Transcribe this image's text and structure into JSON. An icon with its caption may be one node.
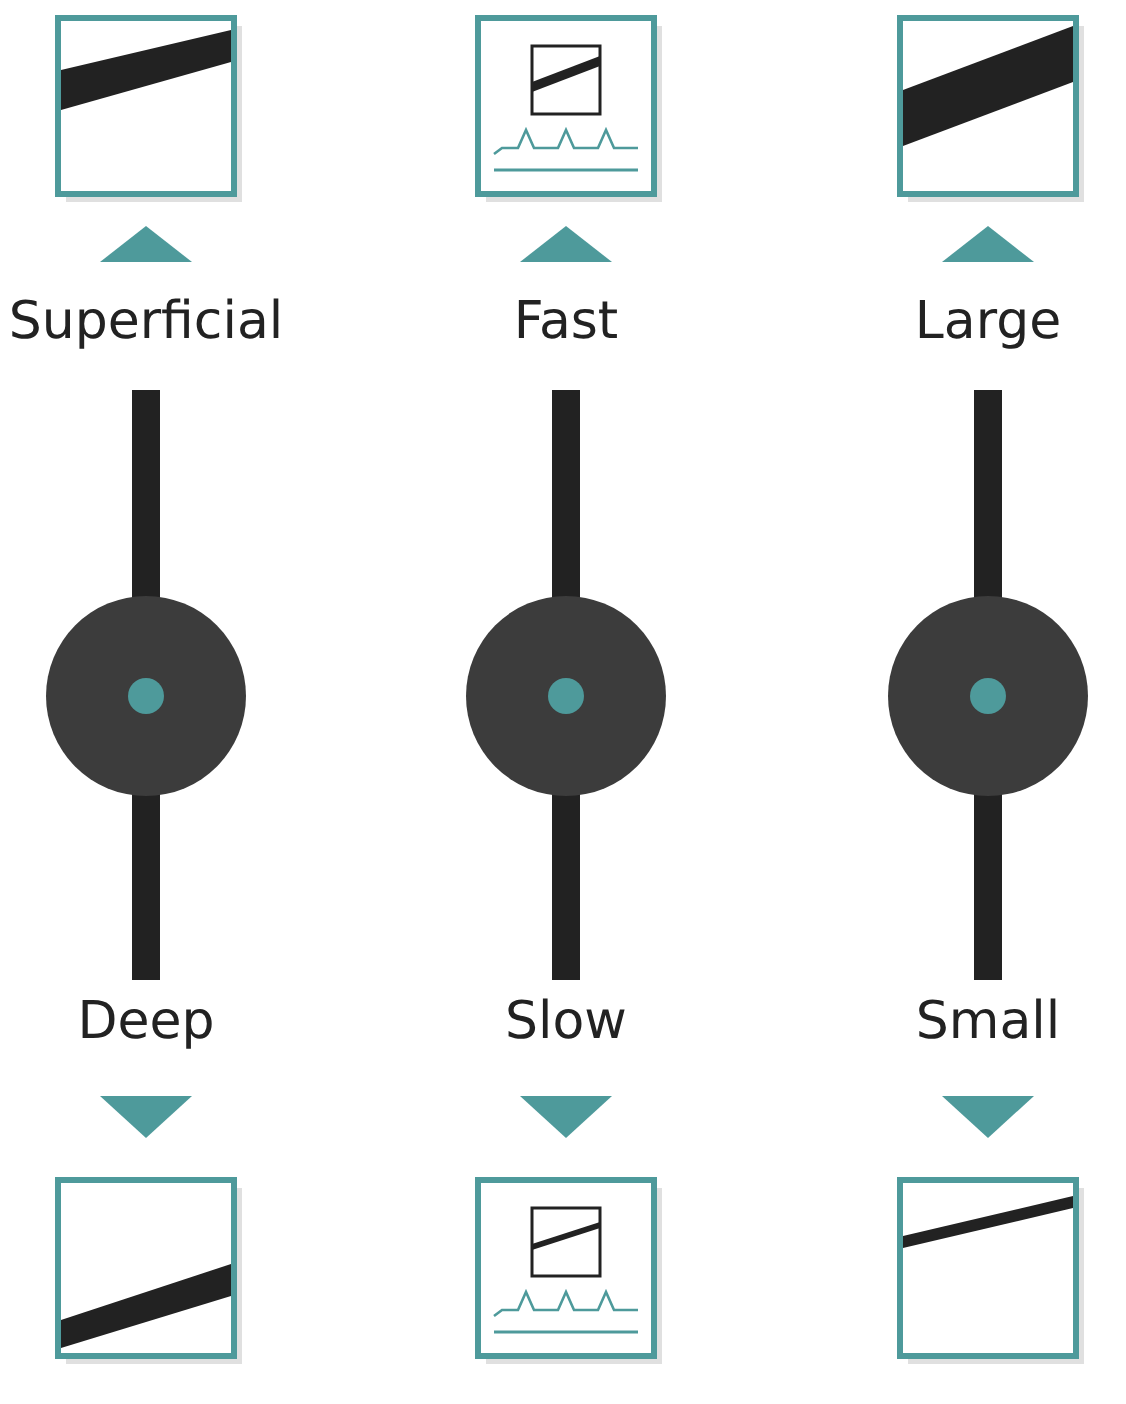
{
  "diagram": {
    "labels": [
      "Superficial",
      "Fast",
      "Large",
      "Deep",
      "Slow",
      "Small"
    ]
  }
}
